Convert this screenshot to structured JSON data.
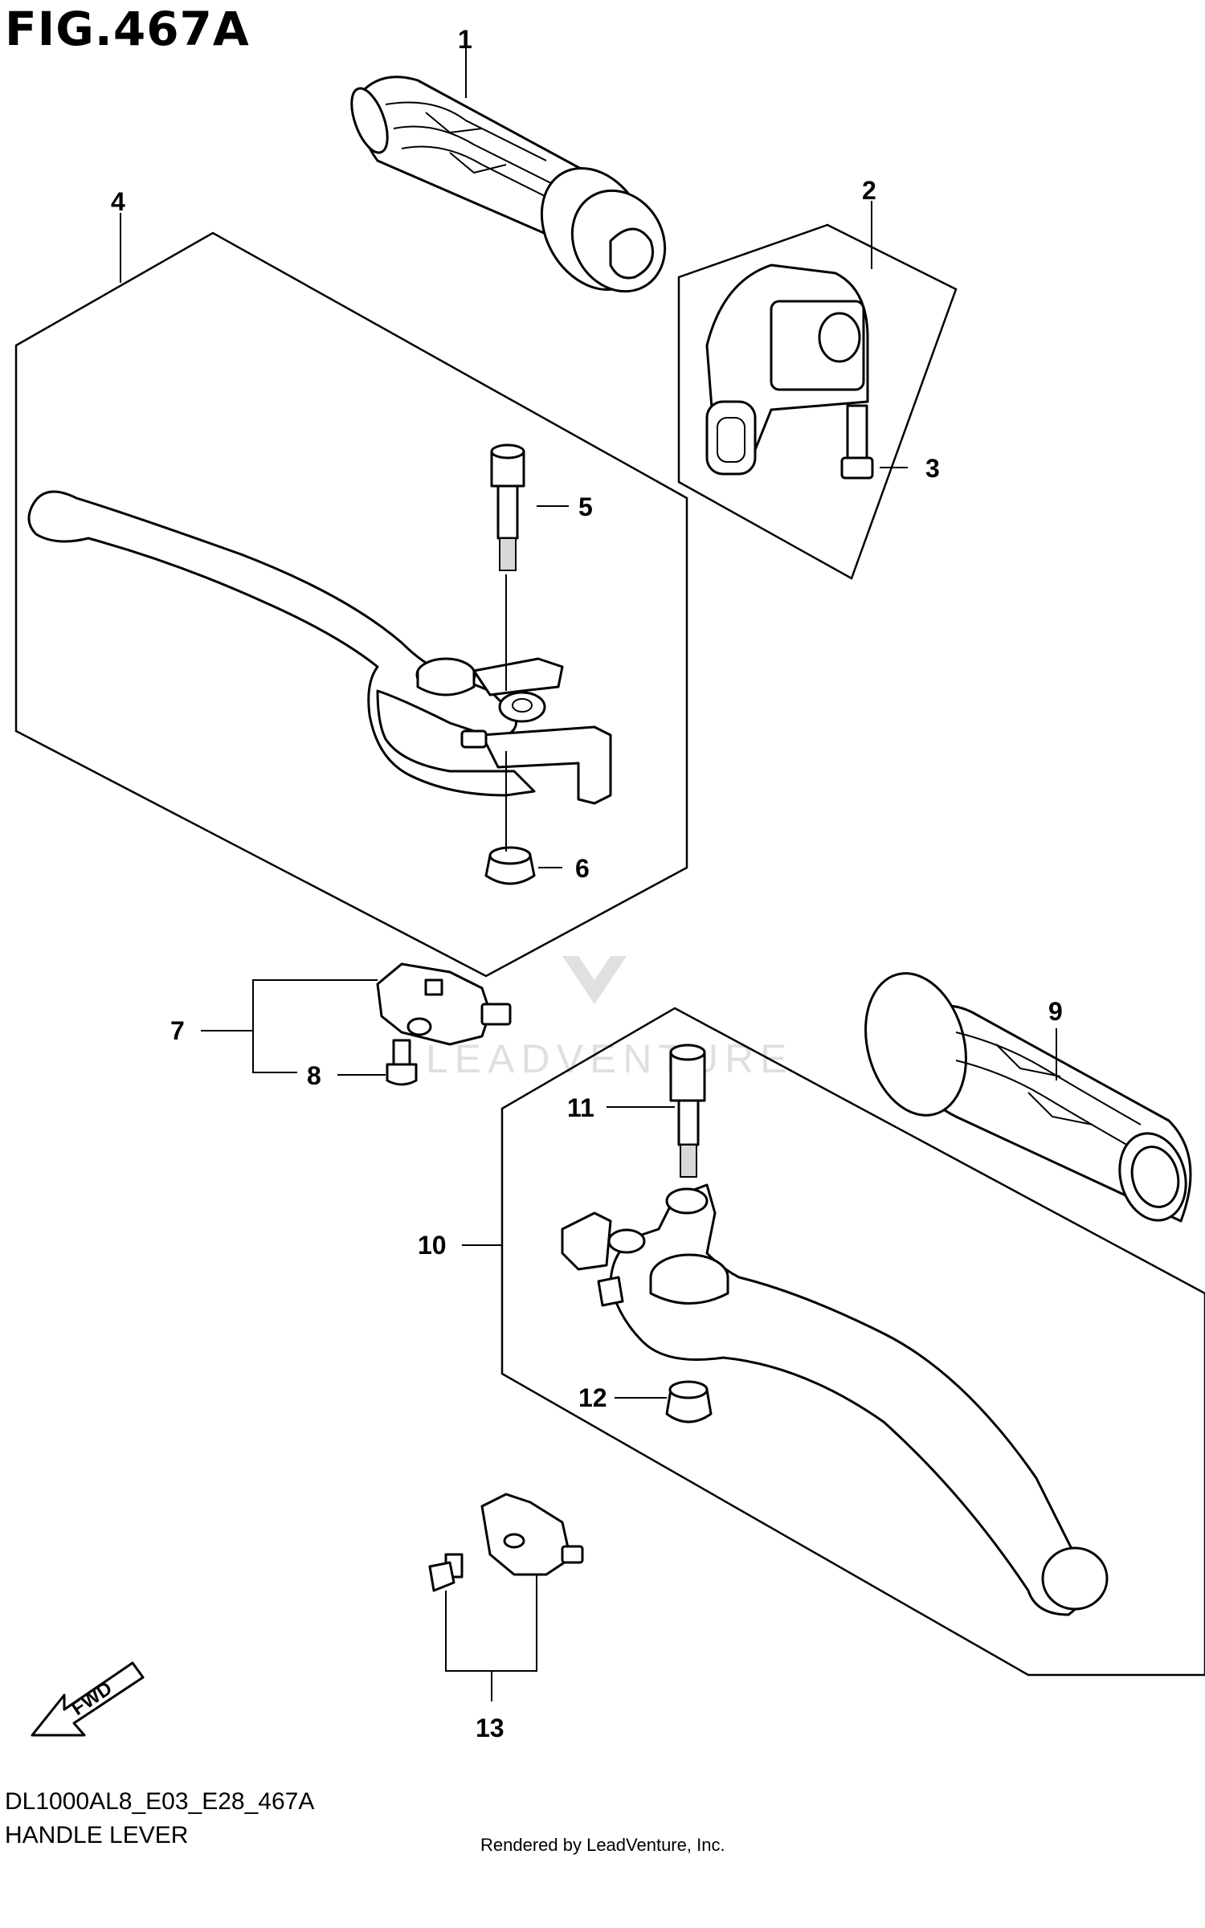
{
  "figure": {
    "title": "FIG.467A",
    "code": "DL1000AL8_E03_E28_467A",
    "name": "HANDLE LEVER",
    "credit": "Rendered by LeadVenture, Inc."
  },
  "watermark": "LEADVENTURE",
  "fwd_label": "FWD",
  "callouts": [
    "1",
    "2",
    "3",
    "4",
    "5",
    "6",
    "7",
    "8",
    "9",
    "10",
    "11",
    "12",
    "13"
  ]
}
